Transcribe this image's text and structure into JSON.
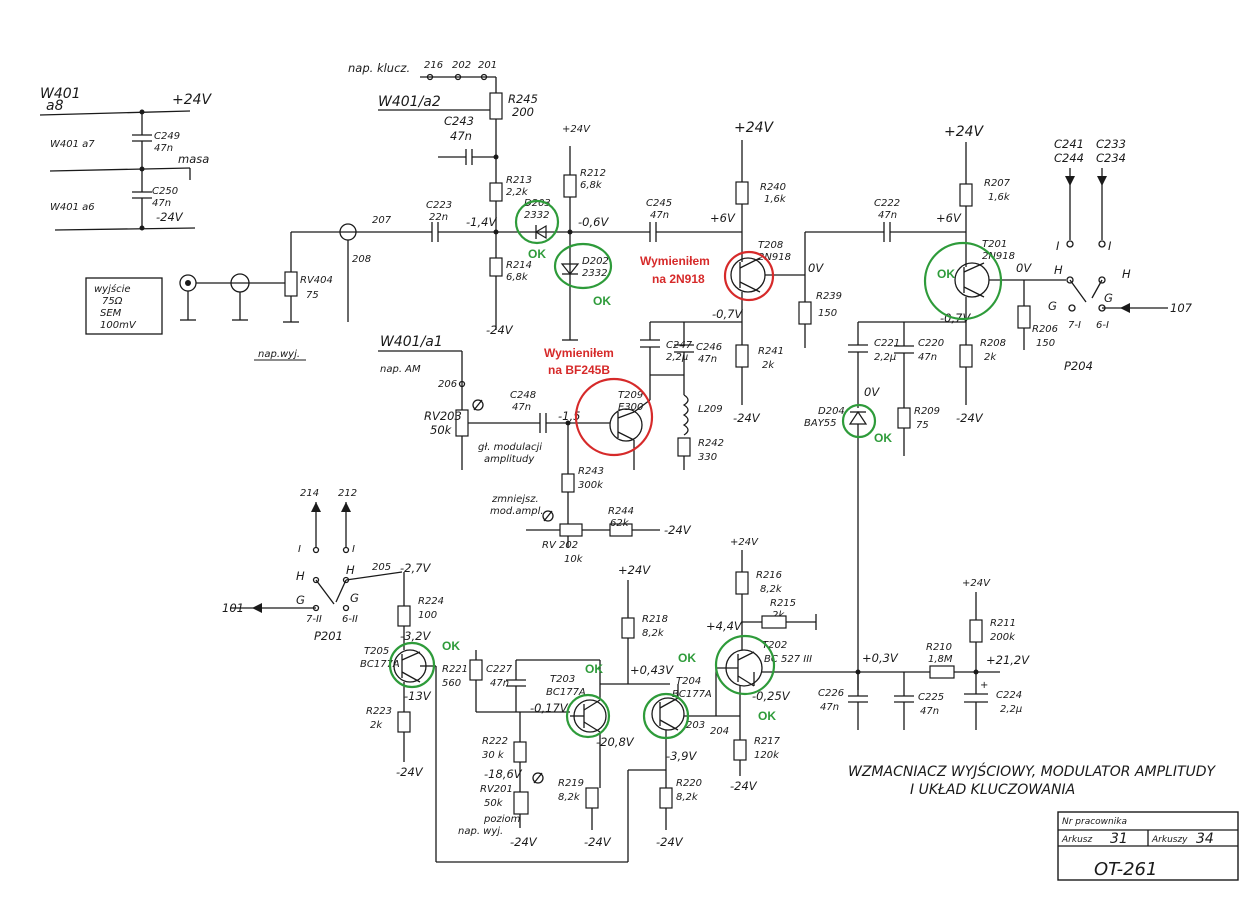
{
  "diagram": {
    "title_line1": "WZMACNIACZ WYJŚCIOWY, MODULATOR AMPLITUDY",
    "title_line2": "I UKŁAD KLUCZOWANIA",
    "drawing_number": "OT-261",
    "title_block": {
      "label_top": "Nr pracownika",
      "arkusz_label": "Arkusz",
      "arkusz_value": "31",
      "arkuszy_label": "Arkuszy",
      "arkuszy_value": "34"
    },
    "connector": {
      "top_left_a": "W401",
      "top_left_b": "a8",
      "a7": "W401 a7",
      "a6": "W401 a6",
      "masa": "masa",
      "plus24": "+24V",
      "minus24": "-24V",
      "c249": "C249",
      "c249v": "47n",
      "c250": "C250",
      "c250v": "47n",
      "a2": "W401/a2",
      "a1": "W401/a1",
      "nap_klucz": "nap. klucz.",
      "pins_216": "216",
      "pins_202": "202",
      "pins_201": "201"
    },
    "output_box": {
      "line1": "wyjście",
      "line2": "75Ω",
      "line3": "SEM",
      "line4": "100mV"
    },
    "labels": {
      "nap_wyj": "nap.wyj.",
      "rv404": "RV404",
      "rv404v": "75",
      "n207": "207",
      "n208": "208",
      "c223": "C223",
      "c223v": "22n",
      "c243": "C243",
      "c243v": "47n",
      "r245": "R245",
      "r245v": "200",
      "r213": "R213",
      "r213v": "2,2k",
      "r214": "R214",
      "r214v": "6,8k",
      "v_m14": "-1,4V",
      "d203": "D203",
      "d203v": "2332",
      "d202": "D202",
      "d202v": "2332",
      "r212": "R212",
      "r212v": "6,8k",
      "v_m06": "-0,6V",
      "c245": "C245",
      "c245v": "47n",
      "v_p6a": "+6V",
      "r240": "R240",
      "r240v": "1,6k",
      "t208": "T208",
      "t208v": "2N918",
      "v_0a": "0V",
      "v_m07a": "-0,7V",
      "r239": "R239",
      "r239v": "150",
      "r241": "R241",
      "r241v": "2k",
      "c247": "C247",
      "c247v": "2,2μ",
      "c246": "C246",
      "c246v": "47n",
      "l209": "L209",
      "r242": "R242",
      "r242v": "330",
      "c222": "C222",
      "c222v": "47n",
      "v_p6b": "+6V",
      "r207": "R207",
      "r207v": "1,6k",
      "t201": "T201",
      "t201v": "2N918",
      "v_0b": "0V",
      "v_m07b": "-0,7V",
      "r206": "R206",
      "r206v": "150",
      "r208": "R208",
      "r208v": "2k",
      "c221": "C221",
      "c221v": "2,2μ",
      "c220": "C220",
      "c220v": "47n",
      "d204": "D204",
      "d204v": "BAY55",
      "v_0c": "0V",
      "r209": "R209",
      "r209v": "75",
      "c241": "C241",
      "c244": "C244",
      "c233": "C233",
      "c234": "C234",
      "p204": "P204",
      "n107": "107",
      "nap_am": "nap. AM",
      "n206": "206",
      "c248": "C248",
      "c248v": "47n",
      "rv203": "RV203",
      "rv203v": "50k",
      "gl_mod": "gł. modulacji",
      "gl_mod2": "amplitudy",
      "v_m15": "-1,5",
      "t209": "T209",
      "t209v": "E300",
      "r243": "R243",
      "r243v": "300k",
      "zmniejsz": "zmniejsz.",
      "zmniejsz2": "mod.ampl.",
      "rv202": "RV 202",
      "rv202v": "10k",
      "r244": "R244",
      "r244v": "62k",
      "n214": "214",
      "n212": "212",
      "n205": "205",
      "v_m27": "-2,7V",
      "n101": "101",
      "p201": "P201",
      "r224": "R224",
      "r224v": "100",
      "v_m32": "-3,2V",
      "t205": "T205",
      "t205v": "BC177A",
      "v_m13": "-13V",
      "r223": "R223",
      "r223v": "2k",
      "r221": "R221",
      "r221v": "560",
      "c227": "C227",
      "c227v": "47n",
      "t203": "T203",
      "t203v": "BC177A",
      "v_m017": "-0,17V",
      "v_m208": "-20,8V",
      "r218": "R218",
      "r218v": "8,2k",
      "v_p043": "+0,43V",
      "t204": "T204",
      "t204v": "BC177A",
      "n203": "203",
      "v_m39": "-3,9V",
      "r222": "R222",
      "r222v": "30 k",
      "v_m186": "-18,6V",
      "rv201": "RV201",
      "rv201v": "50k",
      "poziom": "poziom",
      "poziom2": "nap. wyj.",
      "r219": "R219",
      "r219v": "8,2k",
      "r220": "R220",
      "r220v": "8,2k",
      "r216": "R216",
      "r216v": "8,2k",
      "r215": "R215",
      "r215v": "2k",
      "v_p44": "+4,4V",
      "t202": "T202",
      "t202v": "BC 527 III",
      "v_m025": "-0,25V",
      "n204": "204",
      "r217": "R217",
      "r217v": "120k",
      "v_p03": "+0,3V",
      "c226": "C226",
      "c226v": "47n",
      "c225": "C225",
      "c225v": "47n",
      "r210": "R210",
      "r210v": "1,8M",
      "v_p212": "+21,2V",
      "r211": "R211",
      "r211v": "200k",
      "c224": "C224",
      "c224v": "2,2μ",
      "p24": "+24V",
      "m24": "-24V",
      "sw_I": "I",
      "sw_H": "H",
      "sw_G": "G",
      "sw_7I": "7-I",
      "sw_6I": "6-I",
      "sw_7II": "7-II",
      "sw_6II": "6-II"
    },
    "annotations": {
      "red_2n918": "Wymieniłem",
      "red_2n918_b": "na 2N918",
      "red_bf245": "Wymieniłem",
      "red_bf245_b": "na BF245B",
      "ok": "OK"
    }
  }
}
